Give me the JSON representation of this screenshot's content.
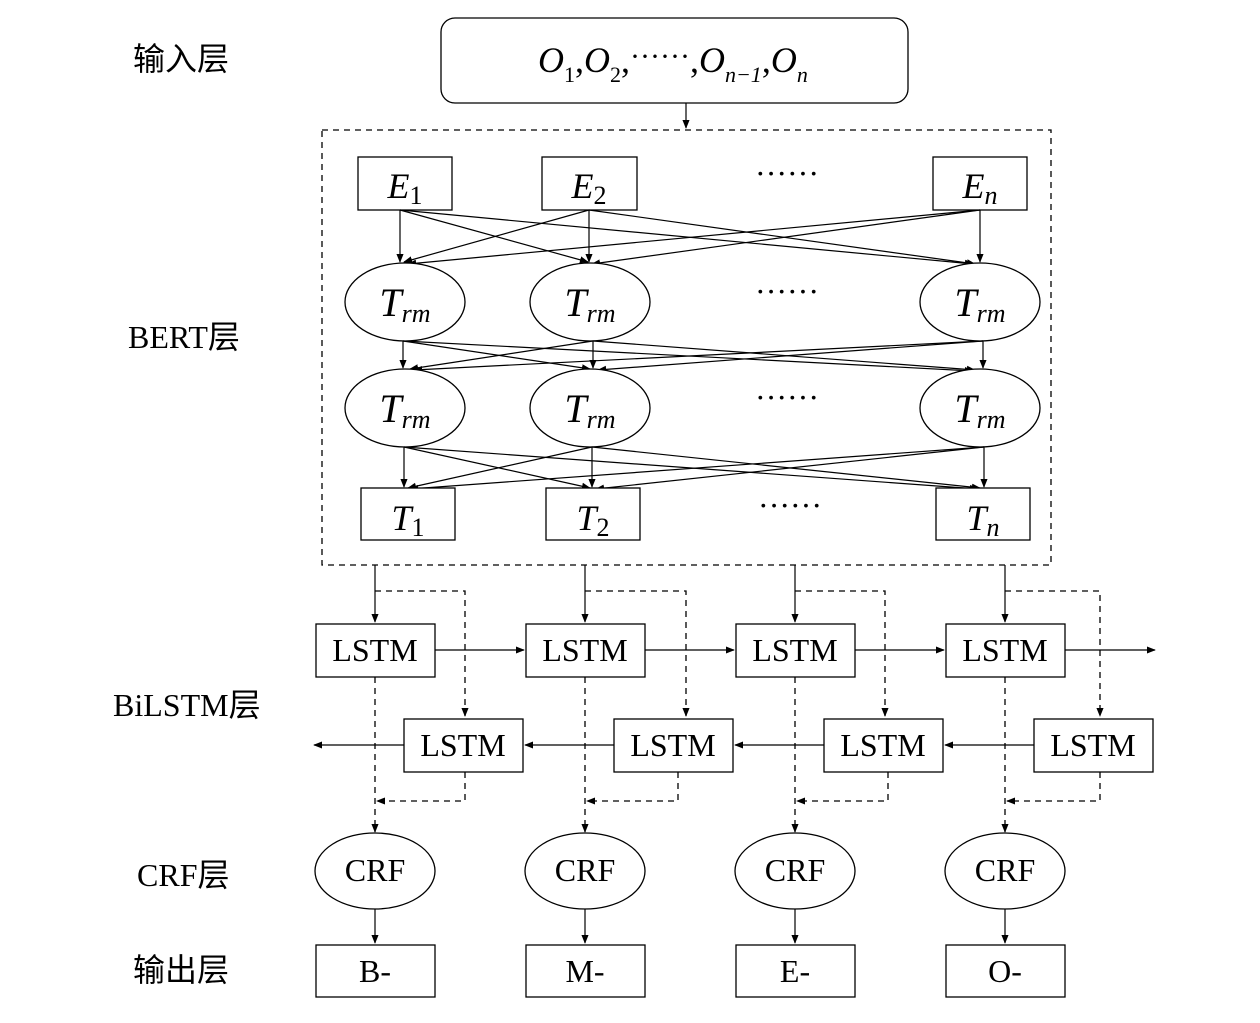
{
  "layers": {
    "input": "输入层",
    "bert": "BERT层",
    "bilstm": "BiLSTM层",
    "crf": "CRF层",
    "output": "输出层"
  },
  "input_sequence": {
    "first": "O",
    "first_sub": "1",
    "second": "O",
    "second_sub": "2",
    "ellipsis": "······",
    "penultimate": "O",
    "penultimate_sub": "n−1",
    "last": "O",
    "last_sub": "n"
  },
  "embeddings": [
    {
      "main": "E",
      "sub": "1"
    },
    {
      "main": "E",
      "sub": "2"
    },
    {
      "main": "E",
      "sub": "n"
    }
  ],
  "transformer": {
    "main": "T",
    "sub": "rm"
  },
  "outputs_T": [
    {
      "main": "T",
      "sub": "1"
    },
    {
      "main": "T",
      "sub": "2"
    },
    {
      "main": "T",
      "sub": "n"
    }
  ],
  "ellipsis": "······",
  "lstm_label": "LSTM",
  "crf_label": "CRF",
  "tags": [
    "B-",
    "M-",
    "E-",
    "O-"
  ]
}
